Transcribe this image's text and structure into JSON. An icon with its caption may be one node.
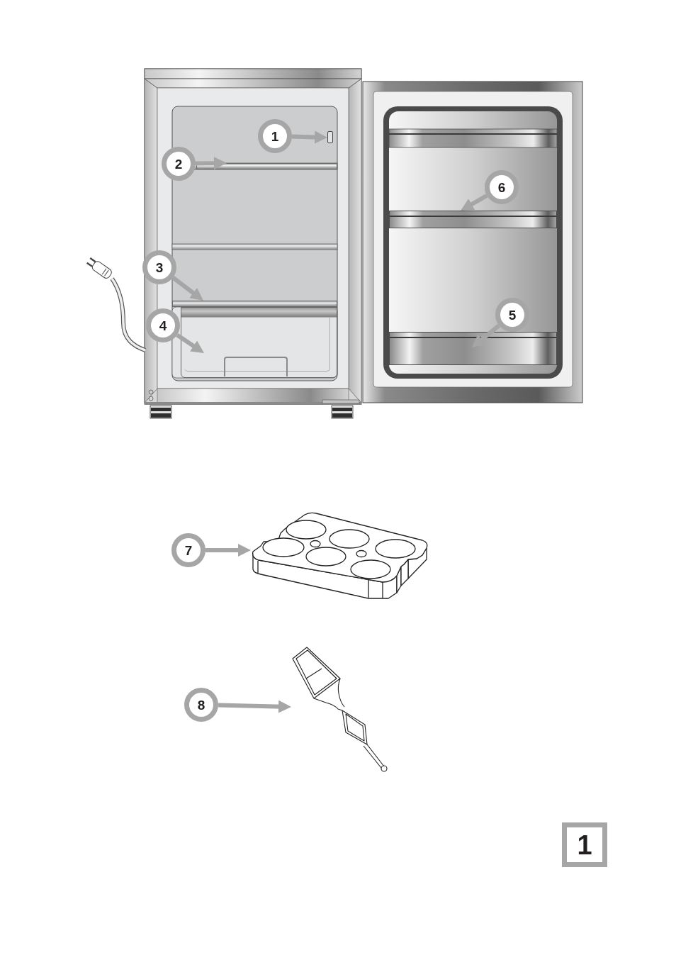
{
  "diagram": {
    "nodes": [
      {
        "text": [
          "1"
        ]
      },
      {
        "text": [],
        "shape": "box"
      },
      {
        "text": [
          "2"
        ]
      },
      {
        "text": [],
        "shape": "bar"
      },
      {
        "text": [
          "3"
        ]
      },
      {
        "text": [],
        "shape": "bar"
      },
      {
        "text": [
          "4"
        ]
      },
      {
        "text": [],
        "shape": "box"
      },
      {
        "text": [
          "5"
        ]
      },
      {
        "text": [],
        "shape": "bar"
      },
      {
        "text": [
          "6"
        ]
      },
      {
        "text": [],
        "shape": "bar"
      },
      {
        "text": [
          "7"
        ]
      },
      {
        "text": [],
        "shape": "picture"
      },
      {
        "text": [
          "8"
        ]
      },
      {
        "text": [],
        "shape": "picture"
      }
    ],
    "edges": [
      {
        "from": 0,
        "to": 1,
        "arrow": "to"
      },
      {
        "from": 2,
        "to": 3,
        "arrow": "to"
      },
      {
        "from": 4,
        "to": 5,
        "arrow": "to"
      },
      {
        "from": 6,
        "to": 7,
        "arrow": "to"
      },
      {
        "from": 8,
        "to": 9,
        "arrow": "to"
      },
      {
        "from": 10,
        "to": 11,
        "arrow": "to"
      },
      {
        "from": 12,
        "to": 13,
        "arrow": "to"
      },
      {
        "from": 14,
        "to": 15,
        "arrow": "to"
      }
    ],
    "labels": [
      "1"
    ]
  }
}
